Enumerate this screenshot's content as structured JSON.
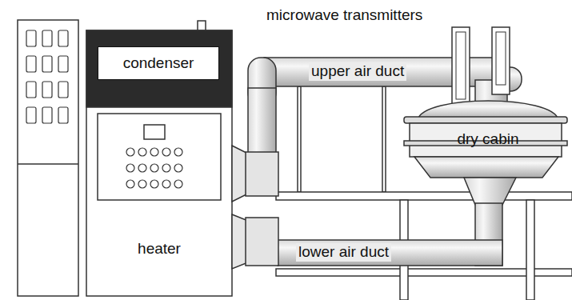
{
  "diagram": {
    "nodes": [
      {
        "text": [
          "heater"
        ]
      },
      {
        "text": [
          "condenser"
        ],
        "in": 0
      },
      {
        "text": [
          "dry cabin"
        ]
      }
    ],
    "labels": [
      "microwave transmitters",
      "upper air duct",
      "lower air duct"
    ]
  }
}
